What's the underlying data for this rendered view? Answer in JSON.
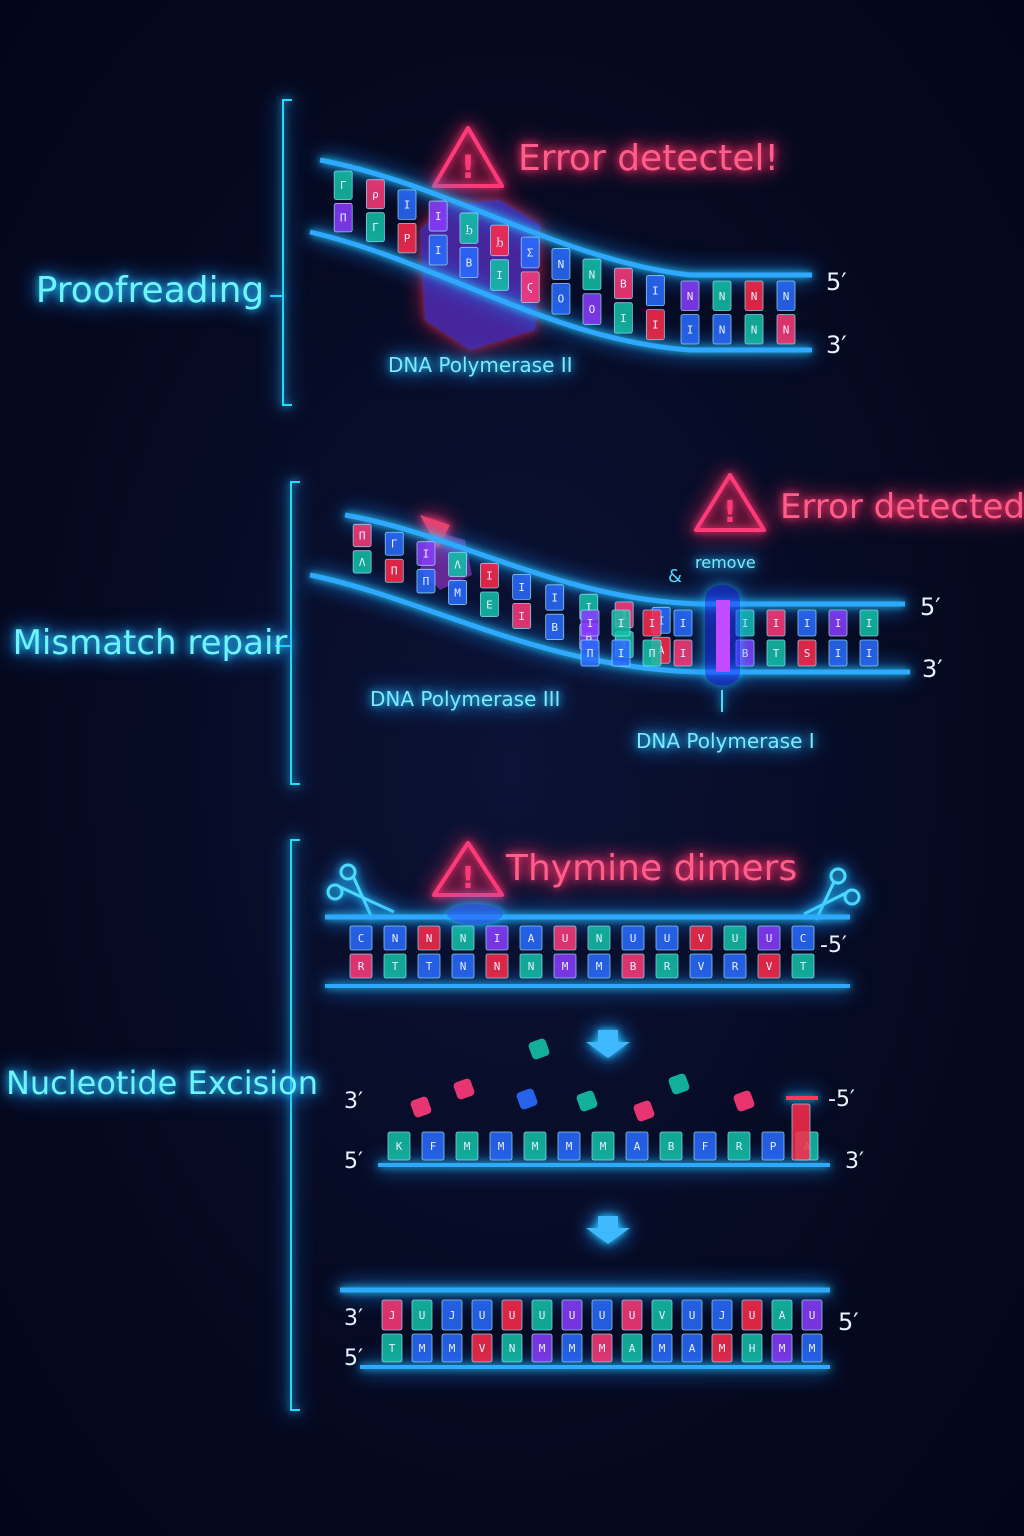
{
  "colors": {
    "cyan": "#25d9ff",
    "blue": "#2a6bff",
    "pink": "#ff3a78",
    "teal": "#14c2a8",
    "purple": "#8a3cff",
    "red": "#ff2a4a"
  },
  "sections": [
    {
      "label": "Proofreading",
      "alert": "Error detectel!",
      "enzyme": "DNA Polymerase II",
      "ends": [
        "5′",
        "3′"
      ],
      "top_bases": [
        "Γ",
        "ρ",
        "Ι",
        "Ι",
        "Ϧ",
        "Ϧ",
        "Σ",
        "Ν",
        "Ν",
        "Β",
        "Ι",
        "Ν",
        "Ν",
        "Ν",
        "Ν"
      ],
      "bottom_bases": [
        "Π",
        "Γ",
        "Ρ",
        "Ι",
        "Β",
        "Ι",
        "Ϛ",
        "Ο",
        "Ο",
        "Ι",
        "Ι",
        "Ι",
        "Ν",
        "Ν",
        "Ν"
      ]
    },
    {
      "label": "Mismatch repair",
      "alert": "Error detected!",
      "enzyme": "DNA Polymerase III",
      "enzyme2": "DNA Polymerase I",
      "remove_label": "remove",
      "ends": [
        "5′",
        "3′"
      ],
      "top_bases": [
        "Π",
        "Γ",
        "Ι",
        "Λ",
        "Ι",
        "Ι",
        "Ι",
        "Ι",
        "Ι",
        "Ι",
        "Ι",
        "Ι",
        "Ι",
        "Ι",
        "Ι",
        "Ι",
        "Ι",
        "Ι",
        "Ι",
        "Ι"
      ],
      "bottom_bases": [
        "Λ",
        "Π",
        "Π",
        "Μ",
        "Ε",
        "Ι",
        "Β",
        "Β",
        "Υ",
        "Α",
        "Π",
        "Ι",
        "Π",
        "Ι",
        "S",
        "B",
        "Τ",
        "S",
        "Ι",
        "Ι"
      ]
    },
    {
      "label": "Nucleotide Excision",
      "alert": "Thymine dimers",
      "row1": {
        "end_right": "-5′",
        "top_bases": [
          "C",
          "N",
          "N",
          "N",
          "I",
          "A",
          "U",
          "N",
          "U",
          "U",
          "V",
          "U",
          "U",
          "C"
        ],
        "bottom_bases": [
          "R",
          "T",
          "T",
          "N",
          "N",
          "N",
          "M",
          "M",
          "B",
          "R",
          "V",
          "R",
          "V",
          "T"
        ]
      },
      "row2": {
        "end_left_top": "3′",
        "end_right_top": "-5′",
        "end_left_bottom": "5′",
        "end_right_bottom": "3′",
        "bottom_bases": [
          "K",
          "F",
          "M",
          "M",
          "M",
          "M",
          "M",
          "A",
          "B",
          "F",
          "R",
          "P",
          "A"
        ]
      },
      "row3": {
        "end_left_top": "3′",
        "end_left_bottom": "5′",
        "end_right": "5′",
        "top_bases": [
          "J",
          "U",
          "J",
          "U",
          "U",
          "U",
          "U",
          "U",
          "U",
          "V",
          "U",
          "J",
          "U",
          "A",
          "U"
        ],
        "bottom_bases": [
          "T",
          "M",
          "M",
          "V",
          "N",
          "M",
          "M",
          "M",
          "A",
          "M",
          "A",
          "M",
          "H",
          "M",
          "M"
        ]
      }
    }
  ]
}
